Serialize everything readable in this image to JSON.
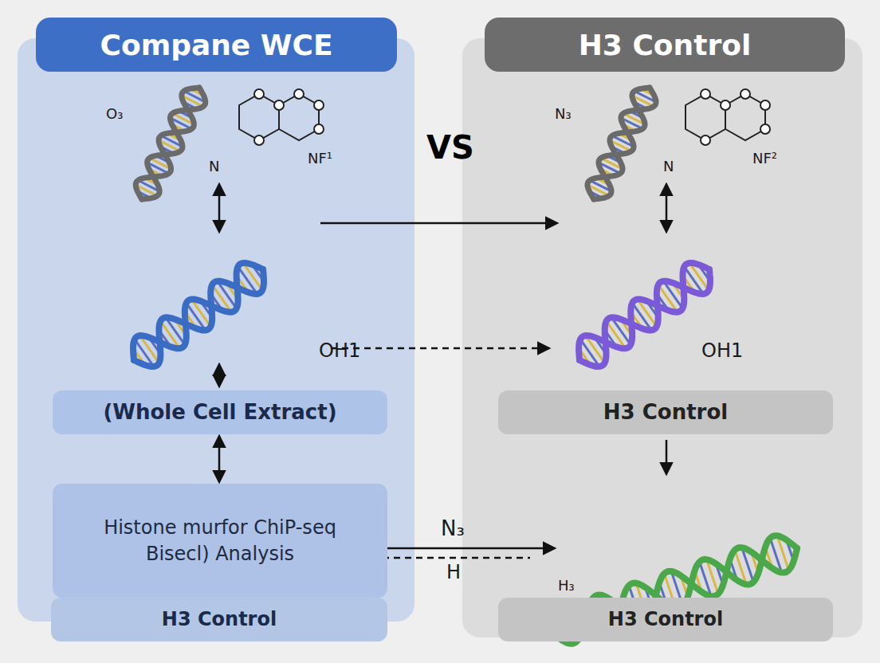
{
  "diagram": {
    "nodes": [
      {
        "text": [
          "Compane WCE"
        ]
      },
      {
        "text": [
          "H3 Control"
        ]
      },
      {
        "text": [
          "(Whole Cell Extract)"
        ],
        "in": 0
      },
      {
        "text": [
          "Histone murfor ChiP-seq Bisecl) Analysis"
        ],
        "in": 0
      },
      {
        "text": [
          "H3 Control"
        ],
        "in": 0
      },
      {
        "text": [
          "H3 Control"
        ],
        "in": 1
      },
      {
        "text": [
          "H3 Control"
        ],
        "in": 1
      }
    ],
    "edges": [
      {
        "from": 2,
        "to": 3,
        "arrow": "both"
      }
    ],
    "labels": [
      "O₃",
      "N",
      "NF¹",
      "VS",
      "N₃",
      "N",
      "NF²",
      "OH1",
      "OH1",
      "N₃",
      "H",
      "H₃"
    ]
  }
}
